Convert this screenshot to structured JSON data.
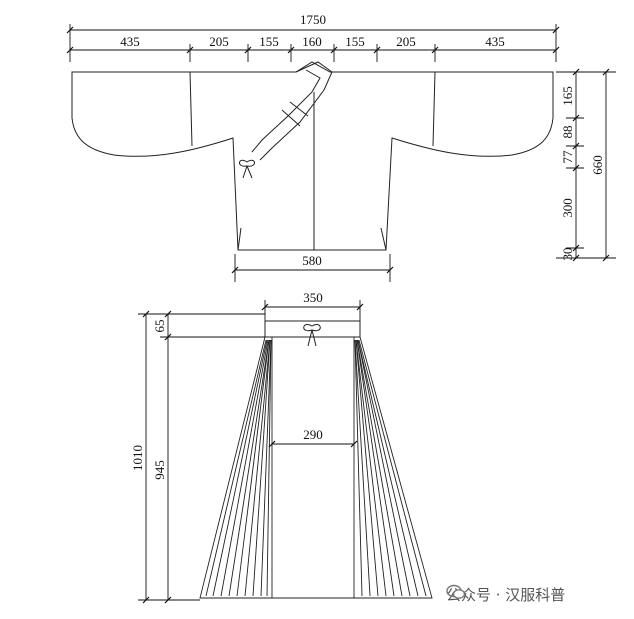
{
  "top": {
    "total": "1750",
    "segments": [
      "435",
      "205",
      "155",
      "160",
      "155",
      "205",
      "435"
    ],
    "hem_width": "580",
    "heights": [
      "165",
      "88",
      "77",
      "300",
      "30"
    ],
    "total_height": "660"
  },
  "skirt": {
    "waist_width": "350",
    "panel_width": "290",
    "waistband_height": "65",
    "body_height": "945",
    "total_length": "1010"
  },
  "watermark": {
    "text": "公众号 · 汉服科普"
  }
}
